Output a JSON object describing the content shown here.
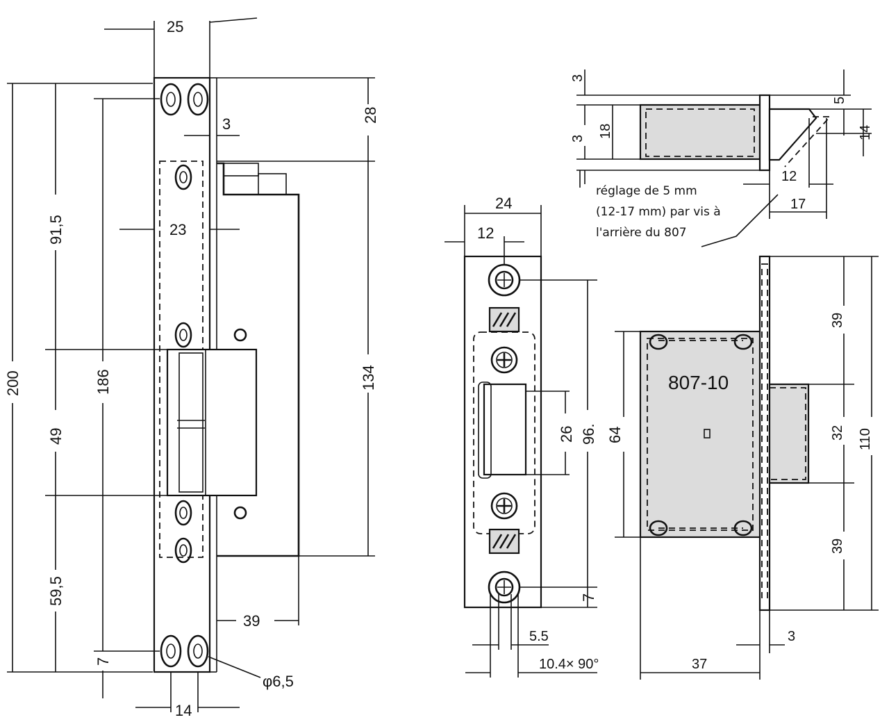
{
  "front_view": {
    "dim_width_top": "25",
    "dim_top_offset": "28",
    "dim_flange": "3",
    "dim_inner": "23",
    "dim_total": "200",
    "dim_upper": "91,5",
    "dim_hole_span": "186",
    "dim_keeper_height": "134",
    "dim_middle": "49",
    "dim_lower": "59,5",
    "dim_depth": "39",
    "dim_bottom_offset": "7",
    "dim_bottom_width": "14",
    "dim_hole_diameter": "φ6,5"
  },
  "strike_plate": {
    "dim_width": "24",
    "dim_half": "12",
    "dim_opening": "26",
    "dim_span": "96.",
    "dim_edge": "7",
    "dim_hole": "5.5",
    "dim_countersink": "10.4× 90°"
  },
  "top_view": {
    "dim_3a": "3",
    "dim_18": "18",
    "dim_3b": "3",
    "dim_5": "5",
    "dim_14": "14",
    "dim_12": "12",
    "dim_17": "17",
    "note_line1": "réglage de 5 mm",
    "note_line2": "(12-17 mm) par vis à",
    "note_line3": "l'arrière du 807"
  },
  "side_view": {
    "model_label": "807-10",
    "dim_64": "64",
    "dim_39_top": "39",
    "dim_32": "32",
    "dim_39_bottom": "39",
    "dim_110": "110",
    "dim_3": "3",
    "dim_37": "37"
  }
}
